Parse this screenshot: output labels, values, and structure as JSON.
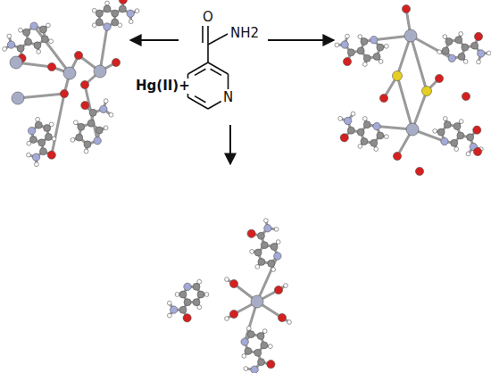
{
  "diagram": {
    "labels": [
      "O",
      "NH2",
      "N",
      "Hg(II)+"
    ]
  }
}
